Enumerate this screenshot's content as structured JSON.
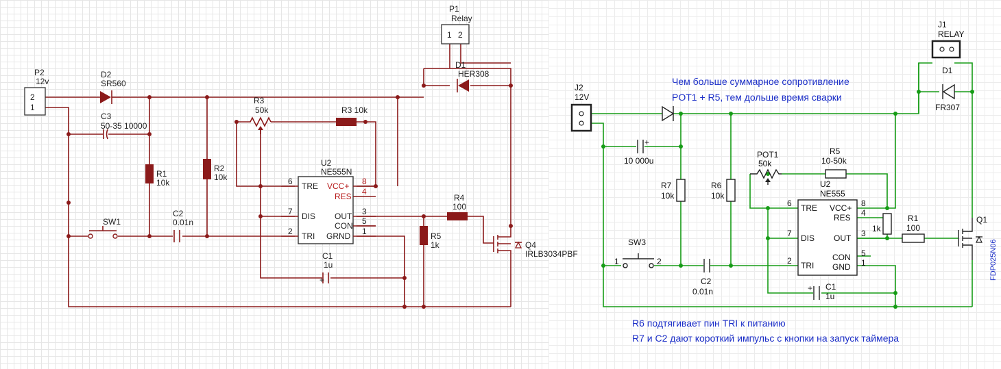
{
  "left": {
    "P2": {
      "ref": "P2",
      "val": "12v",
      "pin2": "2",
      "pin1": "1"
    },
    "P1": {
      "ref": "P1",
      "val": "Relay",
      "pin1": "1",
      "pin2": "2"
    },
    "D2": {
      "ref": "D2",
      "val": "SR560"
    },
    "D1": {
      "ref": "D1",
      "val": "HER308"
    },
    "C3": {
      "ref": "C3",
      "val": "50-35 10000"
    },
    "R1": {
      "ref": "R1",
      "val": "10k"
    },
    "R2": {
      "ref": "R2",
      "val": "10k"
    },
    "R3pot": {
      "ref": "R3",
      "val": "50k"
    },
    "R3": {
      "label": "R3 10k"
    },
    "U2": {
      "ref": "U2",
      "val": "NE555N",
      "pins_left": [
        {
          "num": "6",
          "name": "TRE"
        },
        {
          "num": "7",
          "name": "DIS"
        },
        {
          "num": "2",
          "name": "TRI"
        }
      ],
      "pins_right": [
        {
          "num": "8",
          "name": "VCC+"
        },
        {
          "num": "4",
          "name": "RES"
        },
        {
          "num": "3",
          "name": "OUT"
        },
        {
          "num": "5",
          "name": "CON"
        },
        {
          "num": "1",
          "name": "GRND"
        }
      ]
    },
    "R4": {
      "ref": "R4",
      "val": "100"
    },
    "R5": {
      "ref": "R5",
      "val": "1k"
    },
    "C1": {
      "ref": "C1",
      "val": "1u"
    },
    "C2": {
      "ref": "C2",
      "val": "0.01n"
    },
    "SW1": {
      "ref": "SW1"
    },
    "Q4": {
      "ref": "Q4",
      "val": "IRLB3034PBF"
    }
  },
  "right": {
    "J2": {
      "ref": "J2",
      "val": "12V"
    },
    "J1": {
      "ref": "J1",
      "val": "RELAY"
    },
    "D1": {
      "ref": "D1",
      "val": "FR307"
    },
    "C_main": {
      "val": "10 000u"
    },
    "R7": {
      "ref": "R7",
      "val": "10k"
    },
    "R6": {
      "ref": "R6",
      "val": "10k"
    },
    "POT1": {
      "ref": "POT1",
      "val": "50k"
    },
    "R5": {
      "ref": "R5",
      "val": "10-50k"
    },
    "U2": {
      "ref": "U2",
      "val": "NE555",
      "pins_left": [
        {
          "num": "6",
          "name": "TRE"
        },
        {
          "num": "7",
          "name": "DIS"
        },
        {
          "num": "2",
          "name": "TRI"
        }
      ],
      "pins_right": [
        {
          "num": "8",
          "name": "VCC+"
        },
        {
          "num": "4",
          "name": "RES"
        },
        {
          "num": "3",
          "name": "OUT"
        },
        {
          "num": "5",
          "name": "CON"
        },
        {
          "num": "1",
          "name": "GND"
        }
      ]
    },
    "R_1k": {
      "val": "1k"
    },
    "R1": {
      "ref": "R1",
      "val": "100"
    },
    "Q1": {
      "ref": "Q1",
      "val": "FDP025N06"
    },
    "SW3": {
      "ref": "SW3",
      "pin1": "1",
      "pin2": "2"
    },
    "C2": {
      "ref": "C2",
      "val": "0.01n"
    },
    "C1": {
      "ref": "C1",
      "val": "1u"
    },
    "note_top": [
      "Чем больше суммарное сопротивление",
      "POT1 + R5, тем дольше время сварки"
    ],
    "note_bottom": [
      "R6 подтягивает пин TRI к питанию",
      "R7 и C2 дают короткий импульс с кнопки на запуск таймера"
    ]
  },
  "colors": {
    "left_wire": "#8b1a1a",
    "right_wire": "#169c16",
    "note_text": "#1c2fc8",
    "pin_red": "#b71c1c"
  }
}
